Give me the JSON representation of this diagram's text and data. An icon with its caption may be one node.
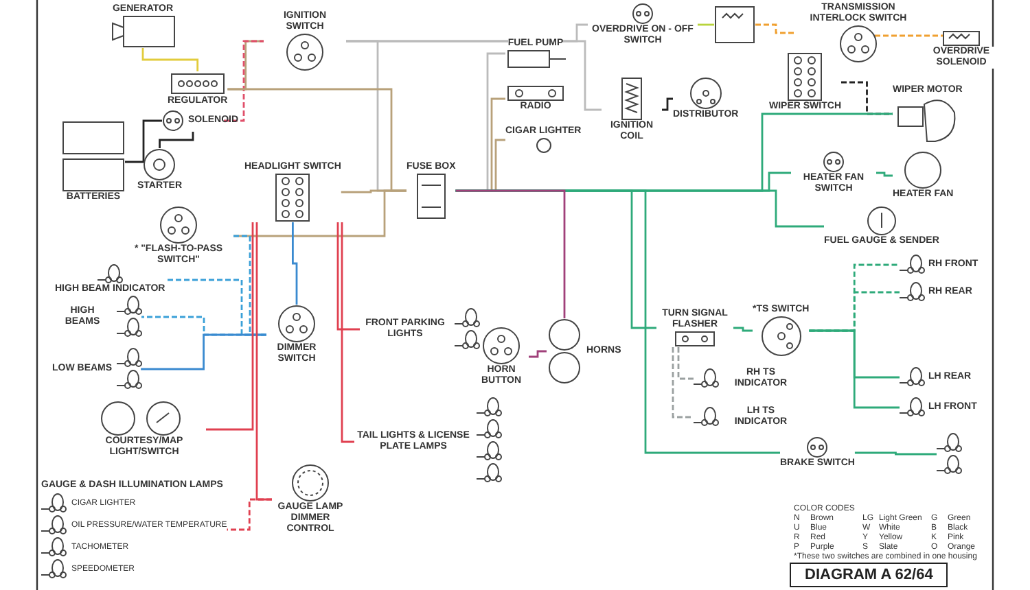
{
  "diagram": {
    "title": "DIAGRAM A 62/64",
    "nodes": [
      {
        "text": [
          "GENERATOR"
        ]
      },
      {
        "text": [
          "IGNITION SWITCH"
        ]
      },
      {
        "text": [
          "REGULATOR"
        ]
      },
      {
        "text": [
          "SOLENOID"
        ]
      },
      {
        "text": [
          "STARTER"
        ]
      },
      {
        "text": [
          "BATTERIES"
        ]
      },
      {
        "text": [
          "FUEL PUMP"
        ]
      },
      {
        "text": [
          "RADIO"
        ]
      },
      {
        "text": [
          "CIGAR LIGHTER"
        ]
      },
      {
        "text": [
          "HEADLIGHT SWITCH"
        ]
      },
      {
        "text": [
          "FUSE BOX"
        ]
      },
      {
        "text": [
          "* \"FLASH-TO-PASS SWITCH\""
        ]
      },
      {
        "text": [
          "OVERDRIVE ON - OFF SWITCH"
        ]
      },
      {
        "text": [],
        "shape": "box"
      },
      {
        "text": [
          "TRANSMISSION INTERLOCK SWITCH"
        ]
      },
      {
        "text": [
          "OVERDRIVE SOLENOID"
        ]
      },
      {
        "text": [
          "IGNITION COIL"
        ]
      },
      {
        "text": [
          "DISTRIBUTOR"
        ]
      },
      {
        "text": [
          "WIPER SWITCH"
        ]
      },
      {
        "text": [
          "WIPER MOTOR"
        ]
      },
      {
        "text": [
          "HEATER FAN SWITCH"
        ]
      },
      {
        "text": [
          "HEATER FAN"
        ]
      },
      {
        "text": [
          "FUEL GAUGE & SENDER"
        ]
      },
      {
        "text": [
          "RH FRONT"
        ]
      },
      {
        "text": [
          "RH REAR"
        ]
      },
      {
        "text": [
          "HIGH BEAM INDICATOR"
        ]
      },
      {
        "text": [
          "HIGH BEAMS"
        ]
      },
      {
        "text": [
          "DIMMER SWITCH"
        ]
      },
      {
        "text": [
          "LOW BEAMS"
        ]
      },
      {
        "text": [
          "COURTESY/MAP LIGHT/SWITCH"
        ]
      },
      {
        "text": [
          "GAUGE LAMP DIMMER CONTROL"
        ]
      },
      {
        "text": [
          "GAUGE & DASH ILLUMINATION LAMPS",
          "CIGAR LIGHTER",
          "OIL PRESSURE/WATER TEMPERATURE",
          "TACHOMETER",
          "SPEEDOMETER"
        ]
      },
      {
        "text": [
          "FRONT PARKING LIGHTS"
        ]
      },
      {
        "text": [
          "TAIL LIGHTS & LICENSE PLATE LAMPS"
        ]
      },
      {
        "text": [
          "HORN BUTTON"
        ]
      },
      {
        "text": [
          "HORNS"
        ]
      },
      {
        "text": [
          "TURN SIGNAL FLASHER"
        ]
      },
      {
        "text": [
          "*TS SWITCH"
        ]
      },
      {
        "text": [
          "RH TS INDICATOR"
        ]
      },
      {
        "text": [
          "LH TS INDICATOR"
        ]
      },
      {
        "text": [
          "LH REAR"
        ]
      },
      {
        "text": [
          "LH FRONT"
        ]
      },
      {
        "text": [
          "BRAKE SWITCH"
        ]
      },
      {
        "text": [],
        "shape": "picture"
      }
    ],
    "edges": [
      {
        "from": 0,
        "to": 2,
        "arrow": "none",
        "color": "#e2cc3c"
      },
      {
        "from": 2,
        "to": 1,
        "arrow": "none",
        "color": "#b8a17a"
      },
      {
        "from": 3,
        "to": 1,
        "arrow": "none",
        "style": "dashed",
        "color": "#e0506a"
      },
      {
        "from": 5,
        "to": 3,
        "arrow": "none",
        "color": "#222222"
      },
      {
        "from": 3,
        "to": 4,
        "arrow": "none",
        "color": "#222222"
      },
      {
        "from": 1,
        "to": 10,
        "arrow": "none",
        "color": "#bbbbbb"
      },
      {
        "from": 2,
        "to": 10,
        "arrow": "none",
        "color": "#b8a17a"
      },
      {
        "from": 10,
        "to": 6,
        "arrow": "none",
        "color": "#bbbbbb"
      },
      {
        "from": 10,
        "to": 7,
        "arrow": "none",
        "color": "#b8a17a"
      },
      {
        "from": 10,
        "to": 8,
        "arrow": "none",
        "color": "#b8a17a"
      },
      {
        "from": 1,
        "to": 16,
        "arrow": "none",
        "color": "#bbbbbb"
      },
      {
        "from": 16,
        "to": 17,
        "arrow": "none",
        "color": "#222222"
      },
      {
        "from": 1,
        "to": 12,
        "arrow": "none",
        "color": "#bbbbbb"
      },
      {
        "from": 12,
        "to": 13,
        "arrow": "none",
        "color": "#b8d43c"
      },
      {
        "from": 13,
        "to": 14,
        "arrow": "none",
        "style": "dashed",
        "color": "#f0a030"
      },
      {
        "from": 14,
        "to": 15,
        "arrow": "none",
        "style": "dashed",
        "color": "#f0a030"
      },
      {
        "from": 18,
        "to": 19,
        "arrow": "none",
        "style": "dashed",
        "color": "#222222"
      },
      {
        "from": 10,
        "to": 19,
        "arrow": "none"
      },
      {
        "from": 10,
        "to": 20,
        "arrow": "none"
      },
      {
        "from": 20,
        "to": 21,
        "arrow": "none"
      },
      {
        "from": 10,
        "to": 22,
        "arrow": "none"
      },
      {
        "from": 10,
        "to": 36,
        "arrow": "none"
      },
      {
        "from": 10,
        "to": 42,
        "arrow": "none"
      },
      {
        "from": 42,
        "to": 43,
        "arrow": "none"
      },
      {
        "from": 36,
        "to": 37,
        "arrow": "none"
      },
      {
        "from": 37,
        "to": 23,
        "arrow": "none",
        "style": "dashed"
      },
      {
        "from": 37,
        "to": 24,
        "arrow": "none",
        "style": "dashed"
      },
      {
        "from": 37,
        "to": 40,
        "arrow": "none"
      },
      {
        "from": 37,
        "to": 41,
        "arrow": "none"
      },
      {
        "from": 36,
        "to": 38,
        "arrow": "none",
        "style": "dashed",
        "color": "#9aa0a0"
      },
      {
        "from": 36,
        "to": 39,
        "arrow": "none",
        "style": "dashed",
        "color": "#9aa0a0"
      },
      {
        "from": 10,
        "to": 35,
        "arrow": "none",
        "color": "#a0407a"
      },
      {
        "from": 35,
        "to": 34,
        "arrow": "none",
        "color": "#a0407a"
      },
      {
        "from": 9,
        "to": 10,
        "arrow": "none",
        "color": "#b8a17a"
      },
      {
        "from": 11,
        "to": 10,
        "arrow": "none",
        "color": "#b8a17a"
      },
      {
        "from": 11,
        "to": 27,
        "arrow": "none",
        "style": "dashed",
        "color": "#3aa0d8"
      },
      {
        "from": 9,
        "to": 27,
        "arrow": "none",
        "color": "#3a8ad0"
      },
      {
        "from": 27,
        "to": 26,
        "arrow": "none",
        "style": "dashed",
        "color": "#3aa0d8"
      },
      {
        "from": 27,
        "to": 25,
        "arrow": "none",
        "style": "dashed",
        "color": "#3aa0d8"
      },
      {
        "from": 27,
        "to": 28,
        "arrow": "none",
        "color": "#3a8ad0"
      },
      {
        "from": 9,
        "to": 32,
        "arrow": "none",
        "color": "#e04050"
      },
      {
        "from": 9,
        "to": 33,
        "arrow": "none",
        "color": "#e04050"
      },
      {
        "from": 9,
        "to": 29,
        "arrow": "none",
        "color": "#e04050"
      },
      {
        "from": 9,
        "to": 30,
        "arrow": "none",
        "color": "#e04050"
      },
      {
        "from": 30,
        "to": 31,
        "arrow": "none",
        "style": "dashed",
        "color": "#e04050"
      }
    ],
    "labels": [
      "COLOR CODES",
      "N",
      "Brown",
      "LG",
      "Light Green",
      "G",
      "Green",
      "U",
      "Blue",
      "W",
      "White",
      "B",
      "Black",
      "R",
      "Red",
      "Y",
      "Yellow",
      "K",
      "Pink",
      "P",
      "Purple",
      "S",
      "Slate",
      "O",
      "Orange",
      "*These two switches are combined in one housing"
    ]
  }
}
